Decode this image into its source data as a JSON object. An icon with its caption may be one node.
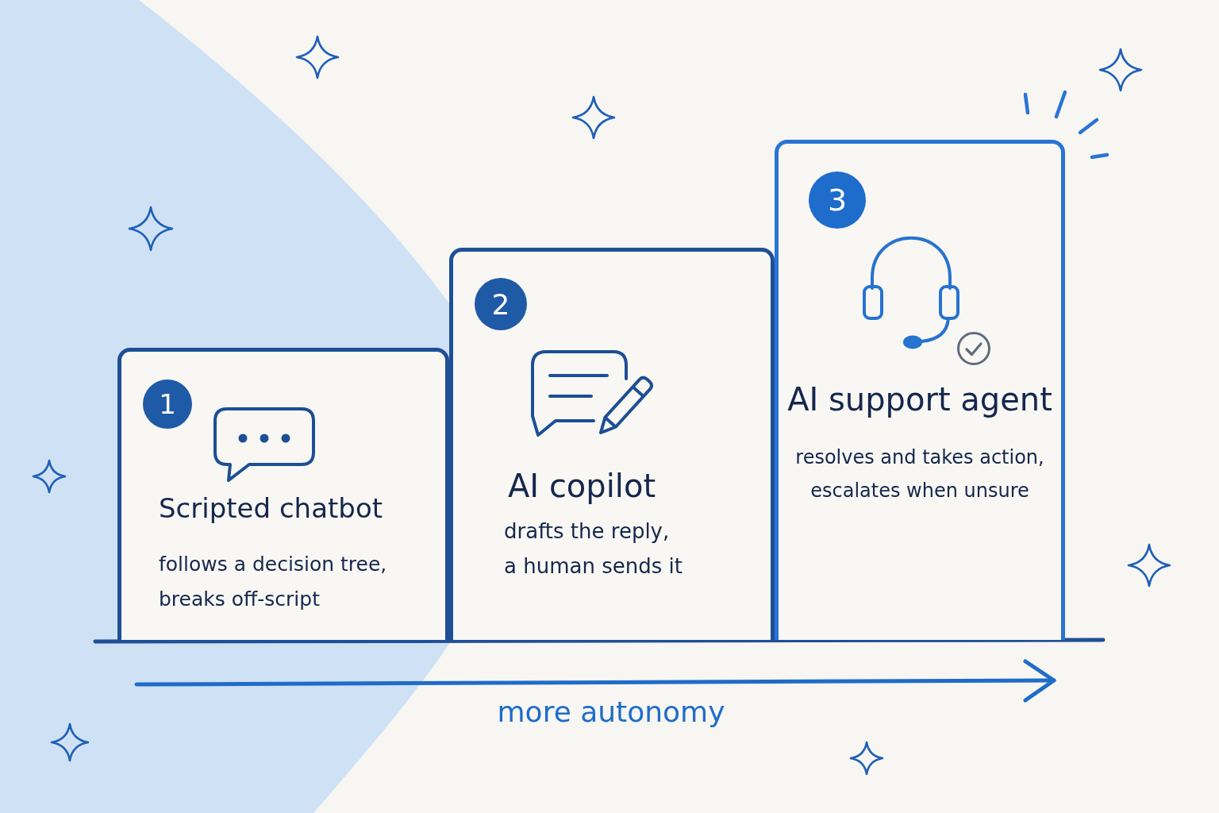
{
  "diagram": {
    "nodes": [
      {
        "text": [
          "Scripted chatbot",
          "follows a decision tree, breaks off-script"
        ]
      },
      {
        "text": [
          "1"
        ],
        "in": 0
      },
      {
        "text": [
          "AI copilot",
          "drafts the reply, a human sends it"
        ]
      },
      {
        "text": [
          "2"
        ],
        "in": 2
      },
      {
        "text": [
          "AI support agent",
          "resolves and takes action, escalates when unsure"
        ]
      },
      {
        "text": [
          "3"
        ],
        "in": 4
      }
    ],
    "labels": [
      "more autonomy"
    ]
  }
}
